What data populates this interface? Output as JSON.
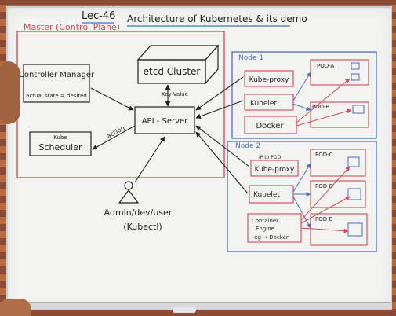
{
  "title": {
    "lecture": "Lec-46",
    "topic": "Architecture of Kubernetes & its demo"
  },
  "master": {
    "label": "Master (Control Plane)",
    "controller_manager": "Controller Manager",
    "controller_note": "actual state = desired",
    "etcd": "etcd Cluster",
    "api_server": "API - Server",
    "scheduler_line1": "Kube",
    "scheduler_line2": "Scheduler",
    "key_value": "Key-Value",
    "action": "action"
  },
  "user": {
    "line1": "Admin/dev/user",
    "line2": "(Kubectl)"
  },
  "node1": {
    "label": "Node 1",
    "kube_proxy": "Kube-proxy",
    "kubelet": "Kubelet",
    "runtime": "Docker",
    "pod_a": "POD-A",
    "pod_b": "POD-B"
  },
  "node2": {
    "label": "Node 2",
    "ip_note": "IP to POD",
    "kube_proxy": "Kube-proxy",
    "kubelet": "Kubelet",
    "engine_line1": "Container",
    "engine_line2": "Engine",
    "engine_line3": "eg → Docker",
    "pod_c": "POD-C",
    "pod_d": "POD-D",
    "pod_e": "POD-E"
  },
  "colors": {
    "black_ink": "#222222",
    "red_ink": "#d24a55",
    "blue_ink": "#4f6fb8",
    "board": "#f3f3f1"
  }
}
